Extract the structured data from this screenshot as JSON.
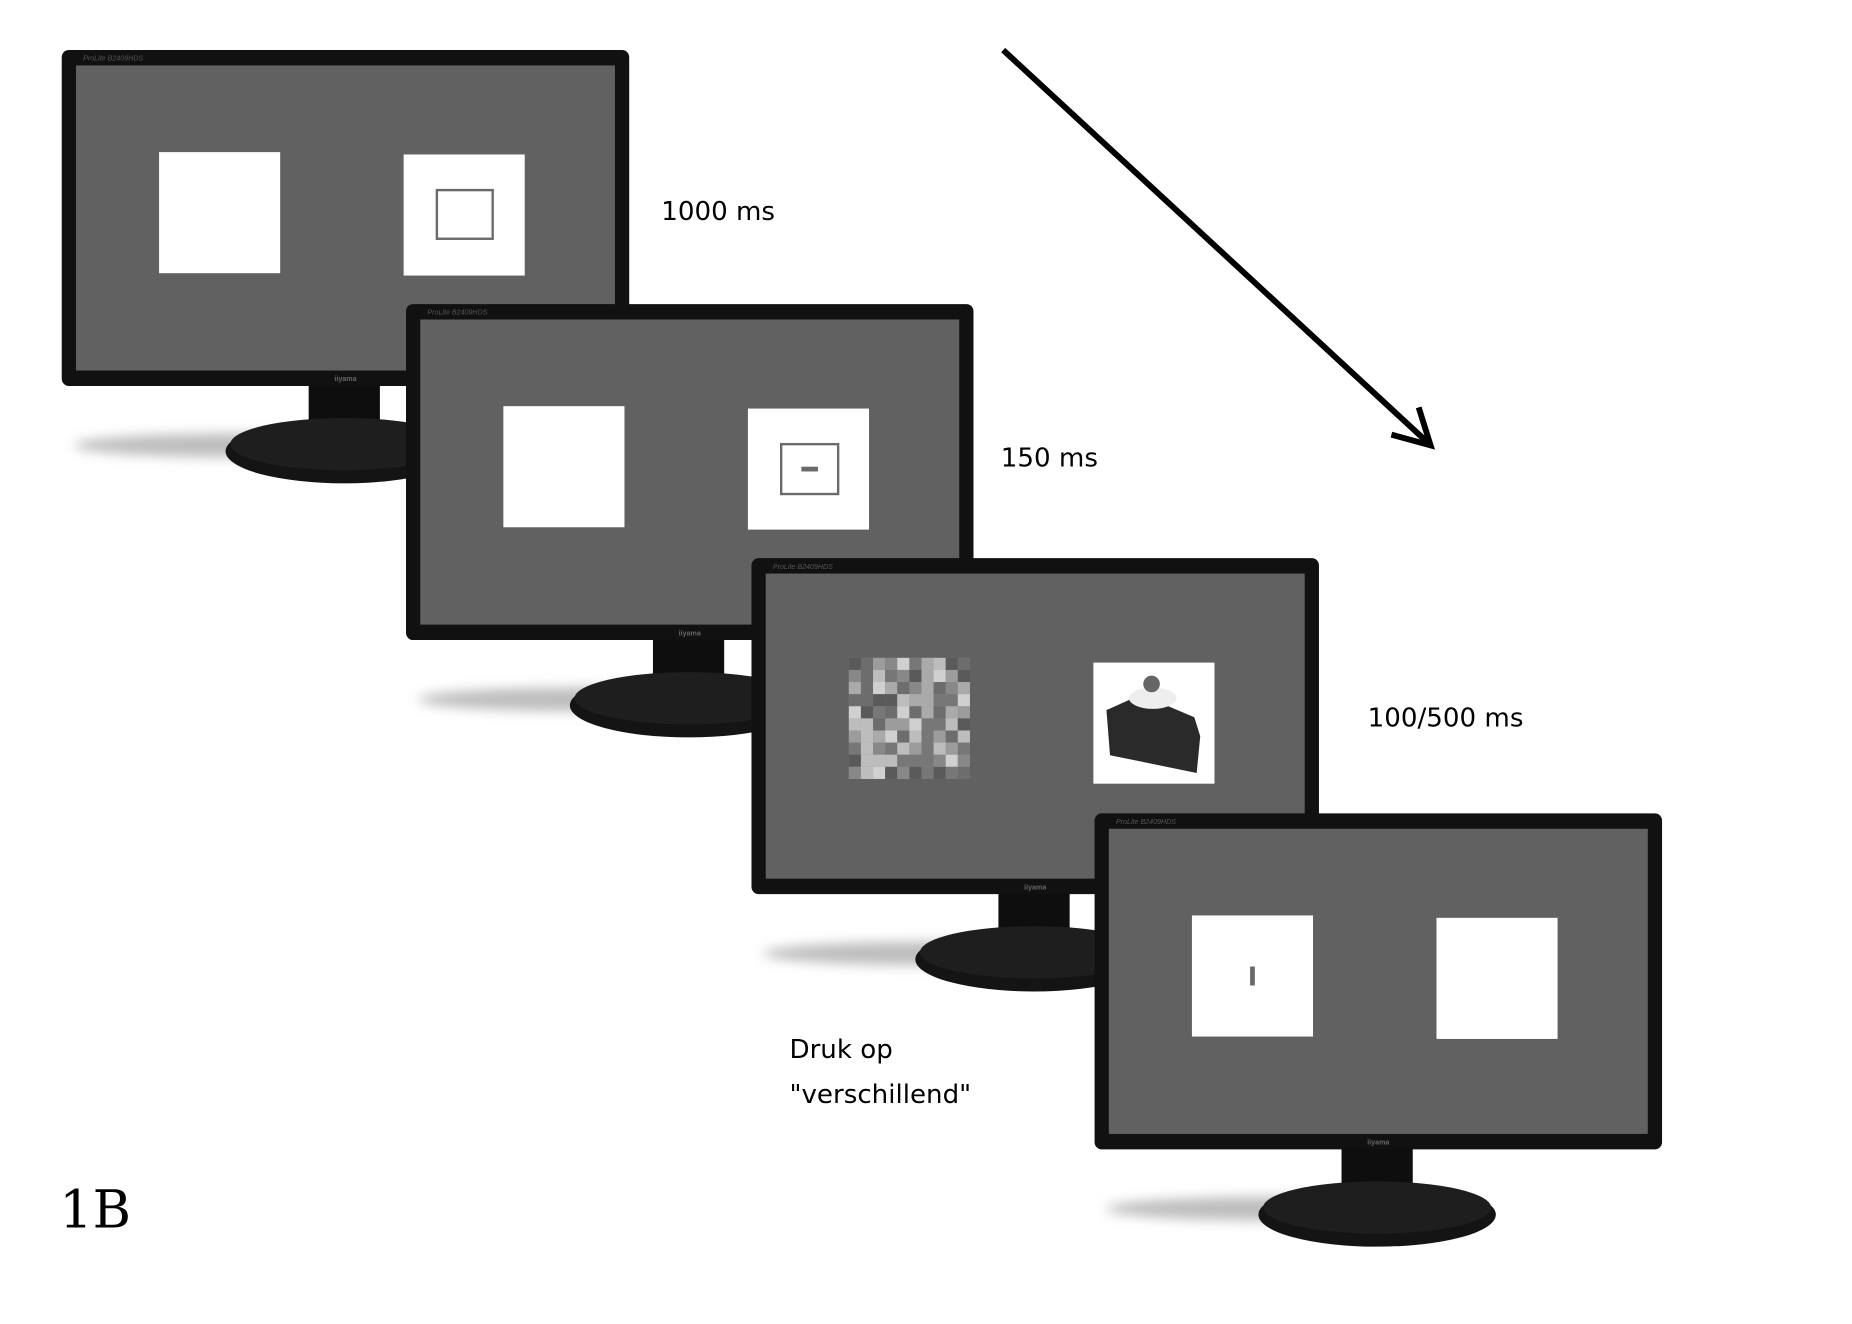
{
  "monitor": {
    "model": "ProLite B2409HDS",
    "brand": "iiyama"
  },
  "steps": [
    {
      "duration": "1000 ms",
      "stimulus": "placeholders-with-outline-cue"
    },
    {
      "duration": "150 ms",
      "stimulus": "horizontal-line-cue"
    },
    {
      "duration": "100/500 ms",
      "stimulus": "scrambled-image-and-cake"
    },
    {
      "duration": "",
      "stimulus": "vertical-line-probe"
    }
  ],
  "instruction": {
    "line1": "Druk op",
    "line2": "\"verschillend\""
  },
  "figure_label": "1B",
  "colors": {
    "screen": "#616161",
    "bezel": "#111111",
    "square": "#ffffff",
    "cue": "#6a6a6a"
  }
}
